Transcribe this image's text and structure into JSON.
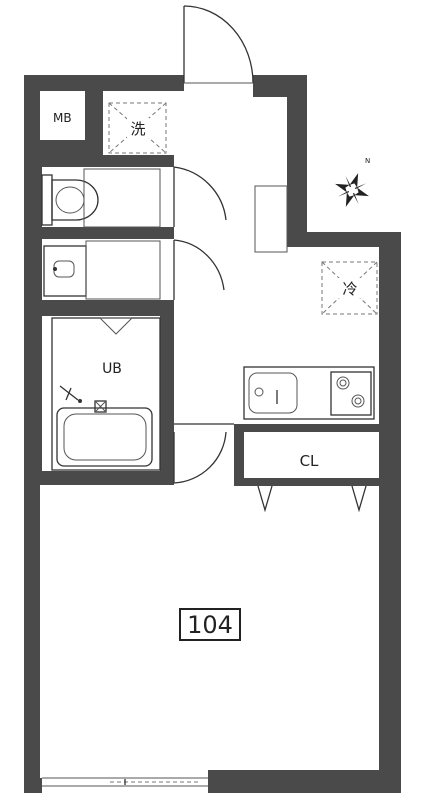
{
  "rooms": {
    "meter_box": "MB",
    "washer": "洗",
    "unit_bath": "UB",
    "fridge": "冷",
    "closet": "CL",
    "room_number": "104"
  },
  "compass": {
    "north": "N"
  }
}
